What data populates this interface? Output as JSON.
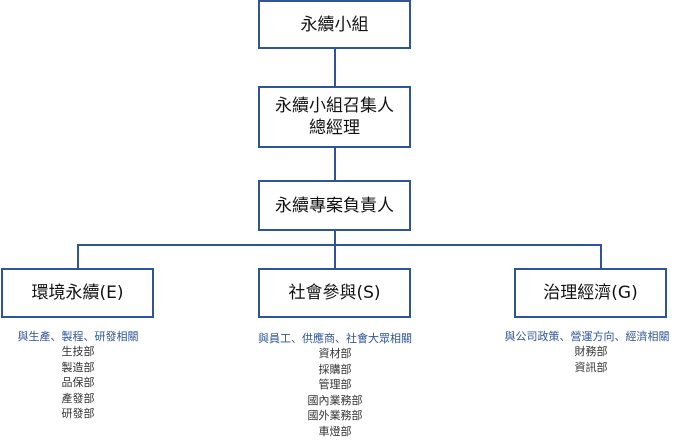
{
  "top": {
    "title": "永續小組"
  },
  "convener": {
    "line1": "永續小組召集人",
    "line2": "總經理"
  },
  "project_lead": {
    "title": "永續專案負責人"
  },
  "branches": [
    {
      "title": "環境永續(E)",
      "desc": "與生產、製程、研發相關",
      "departments": [
        "生技部",
        "製造部",
        "品保部",
        "產發部",
        "研發部"
      ]
    },
    {
      "title": "社會參與(S)",
      "desc": "與員工、供應商、社會大眾相關",
      "departments": [
        "資材部",
        "採購部",
        "管理部",
        "國內業務部",
        "國外業務部",
        "車燈部"
      ]
    },
    {
      "title": "治理經濟(G)",
      "desc": "與公司政策、營運方向、經濟相關",
      "departments": [
        "財務部",
        "資訊部"
      ]
    }
  ],
  "colors": {
    "border": "#2f5597",
    "desc_text": "#2f5597",
    "dept_text": "#333333"
  }
}
